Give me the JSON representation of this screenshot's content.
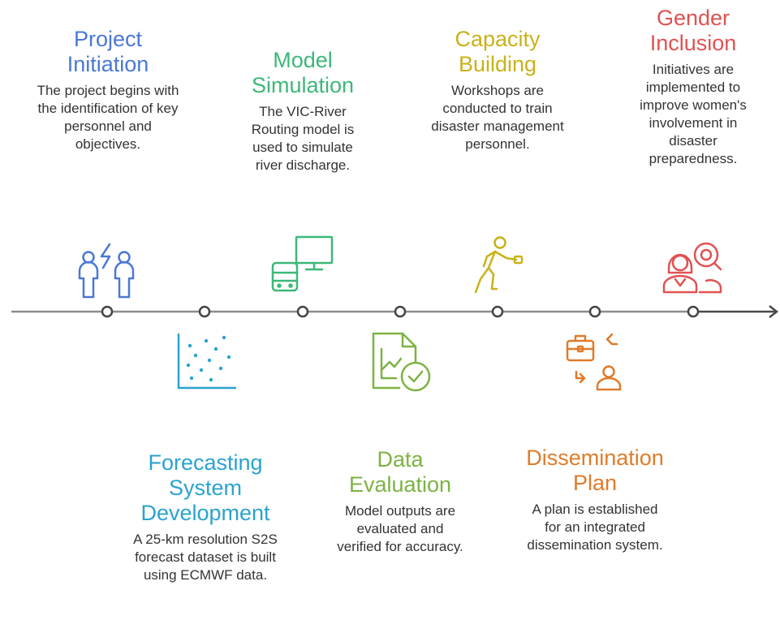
{
  "colors": {
    "line": "#8c8c8c",
    "arrow": "#4a4a4a",
    "node": "#444444",
    "project_initiation": "#4a78d6",
    "forecasting": "#2aa3cf",
    "model_simulation": "#3cb878",
    "data_evaluation": "#7cb342",
    "capacity_building": "#c9b21a",
    "dissemination": "#e07b2a",
    "gender_inclusion": "#e05252"
  },
  "steps": {
    "project_initiation": {
      "title": "Project Initiation",
      "description": "The project begins with the identification of key personnel and objectives.",
      "icon": "team-lightning-icon"
    },
    "forecasting": {
      "title": "Forecasting System Development",
      "description": "A 25-km resolution S2S forecast dataset is built using ECMWF data.",
      "icon": "scatter-plot-icon"
    },
    "model_simulation": {
      "title": "Model Simulation",
      "description": "The VIC-River Routing model is used to simulate river discharge.",
      "icon": "computer-server-icon"
    },
    "data_evaluation": {
      "title": "Data Evaluation",
      "description": "Model outputs are evaluated and verified for accuracy.",
      "icon": "document-chart-check-icon"
    },
    "capacity_building": {
      "title": "Capacity Building",
      "description": "Workshops are conducted to train disaster management personnel.",
      "icon": "trainer-running-icon"
    },
    "dissemination": {
      "title": "Dissemination Plan",
      "description": "A plan is established for an integrated dissemination system.",
      "icon": "briefcase-exchange-icon"
    },
    "gender_inclusion": {
      "title": "Gender Inclusion",
      "description": "Initiatives are implemented to improve women's involvement in disaster preparedness.",
      "icon": "women-search-icon"
    }
  }
}
